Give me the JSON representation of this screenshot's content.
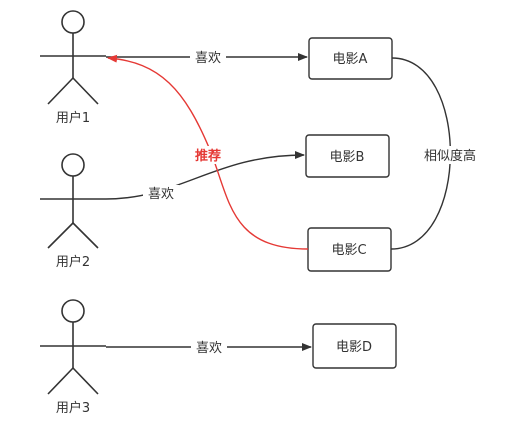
{
  "users": [
    {
      "label": "用户1"
    },
    {
      "label": "用户2"
    },
    {
      "label": "用户3"
    }
  ],
  "movies": [
    {
      "label": "电影A"
    },
    {
      "label": "电影B"
    },
    {
      "label": "电影C"
    },
    {
      "label": "电影D"
    }
  ],
  "edges": {
    "like_label": "喜欢",
    "recommend_label": "推荐",
    "similarity_label": "相似度高"
  },
  "colors": {
    "line": "#333333",
    "recommend": "#e53935",
    "box_stroke": "#333333"
  }
}
